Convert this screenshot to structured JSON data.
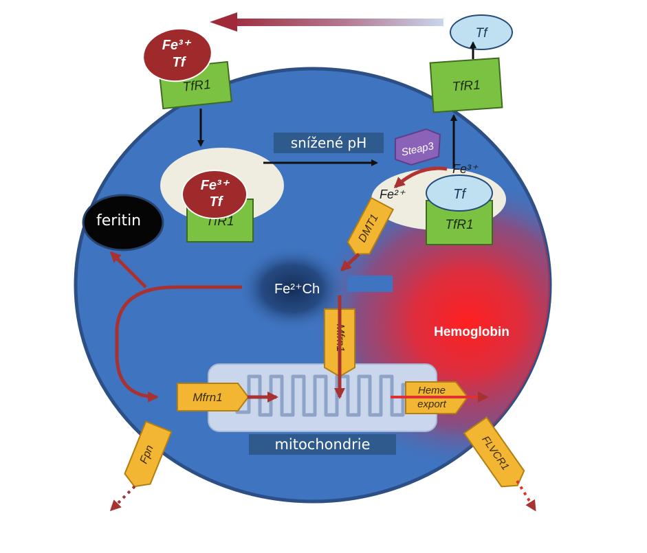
{
  "labels": {
    "lowered_ph": "snížené pH",
    "ferritin": "feritin",
    "mitochondria": "mitochondrie",
    "hemoglobin": "Hemoglobin",
    "fe2_ch": "Fe²⁺Ch"
  },
  "molecules": {
    "fe3": "Fe³⁺",
    "fe2": "Fe²⁺",
    "tf": "Tf",
    "tfr1": "TfR1",
    "steap3": "Steap3",
    "dmt1": "DMT1",
    "mfrn1": "Mfrn1",
    "fpn": "Fpn",
    "flvcr1": "FLVCR1",
    "heme_line1": "Heme",
    "heme_line2": "export"
  },
  "colors": {
    "cell_fill": "#3f74c0",
    "cell_stroke": "#2c4f85",
    "receptor_green": "#7cc242",
    "iron_red": "#9e2a2b",
    "transporter_yellow": "#f2b632",
    "steap_purple": "#8a63b8",
    "tf_blue": "#bfe0f0",
    "endosome_cream": "#efece0",
    "ferritin_black": "#050505",
    "arrow_red": "#b33232",
    "hemoglobin_red": "#ff2a2a",
    "label_box": "#2f5a8e"
  }
}
